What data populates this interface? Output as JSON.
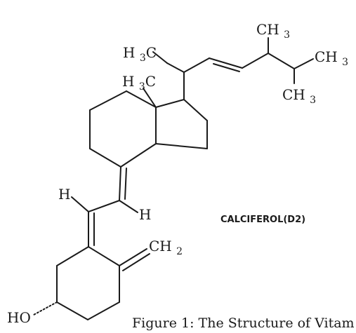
{
  "diagram": {
    "compound_name": "CALCIFEROL(D2)",
    "caption": "Figure 1: The Structure of Vitam",
    "atoms": {
      "ch3_top": "CH3",
      "ch3_right": "CH3",
      "ch3_lower_right": "CH3",
      "h3c_chain": "H3C",
      "h3c_ring": "H3C",
      "h_left": "H",
      "h_right": "H",
      "ch2": "CH2",
      "ho": "HO"
    }
  }
}
